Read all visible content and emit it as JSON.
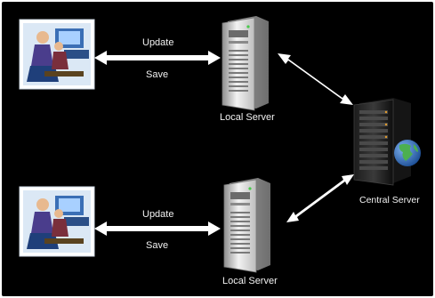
{
  "colors": {
    "background": "#000000",
    "arrow": "#ffffff",
    "label": "#f2f2f2",
    "server_light": "#d9d9d9",
    "server_dark": "#111111",
    "globe_ocean": "#2f73c8",
    "globe_land": "#4caf50"
  },
  "top_link": {
    "label_update": "Update",
    "label_save": "Save"
  },
  "bottom_link": {
    "label_update": "Update",
    "label_save": "Save"
  },
  "top_server": {
    "label": "Local Server",
    "icon": "server-tower-icon"
  },
  "bottom_server": {
    "label": "Local Server",
    "icon": "server-tower-icon"
  },
  "central_server": {
    "label": "Central Server",
    "icon": "server-rack-globe-icon"
  },
  "workstations": [
    {
      "icon": "workstation-users-icon"
    },
    {
      "icon": "workstation-users-icon"
    }
  ]
}
